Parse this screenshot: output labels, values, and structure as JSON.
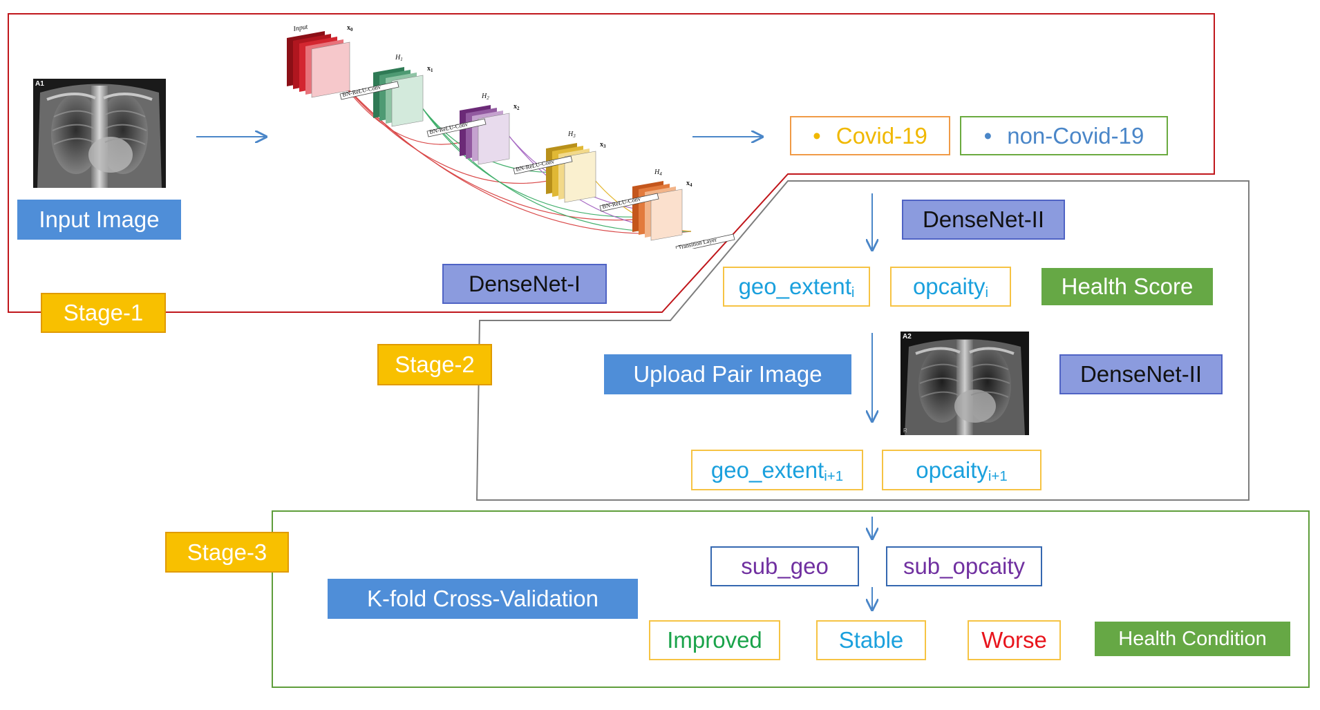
{
  "stage1": {
    "stage_label": "Stage-1",
    "input_label": "Input Image",
    "image_tag": "A1",
    "network_label": "DenseNet-I",
    "outputs": {
      "covid": "Covid-19",
      "non_covid": "non-Covid-19",
      "bullet": "•"
    },
    "densenet_figure": {
      "input_label": "Input",
      "x_labels": [
        "x",
        "x",
        "x",
        "x",
        "x"
      ],
      "x_subscripts": [
        "0",
        "1",
        "2",
        "3",
        "4"
      ],
      "h_labels": [
        "H",
        "H",
        "H",
        "H"
      ],
      "h_subscripts": [
        "1",
        "2",
        "3",
        "4"
      ],
      "conv_label": "BN-ReLU-Conv",
      "transition_label": "Transition Layer"
    }
  },
  "stage2": {
    "stage_label": "Stage-2",
    "network_label_top": "DenseNet-II",
    "network_label_mid": "DenseNet-II",
    "health_score": "Health Score",
    "upload_label": "Upload Pair Image",
    "image_tag": "A2",
    "image_corner": "R",
    "geo_i": {
      "base": "geo_extent",
      "sub": "i"
    },
    "opc_i": {
      "base": "opcaity",
      "sub": "i"
    },
    "geo_i1": {
      "base": "geo_extent",
      "sub": "i+1"
    },
    "opc_i1": {
      "base": "opcaity",
      "sub": "i+1"
    }
  },
  "stage3": {
    "stage_label": "Stage-3",
    "kfold_label": "K-fold Cross-Validation",
    "sub_geo": "sub_geo",
    "sub_opc": "sub_opcaity",
    "improved": "Improved",
    "stable": "Stable",
    "worse": "Worse",
    "health_condition": "Health Condition"
  },
  "colors": {
    "stage1_border": "#c0161b",
    "stage2_border": "#7d7d7d",
    "stage3_border": "#5e9d3a",
    "arrow": "#4a86c8",
    "covid_text": "#f0b800",
    "non_covid_text": "#4a86c8",
    "metric_text": "#1aa0dd",
    "sub_text": "#7030a0",
    "improved_text": "#1aa34a",
    "worse_text": "#e8141c"
  }
}
